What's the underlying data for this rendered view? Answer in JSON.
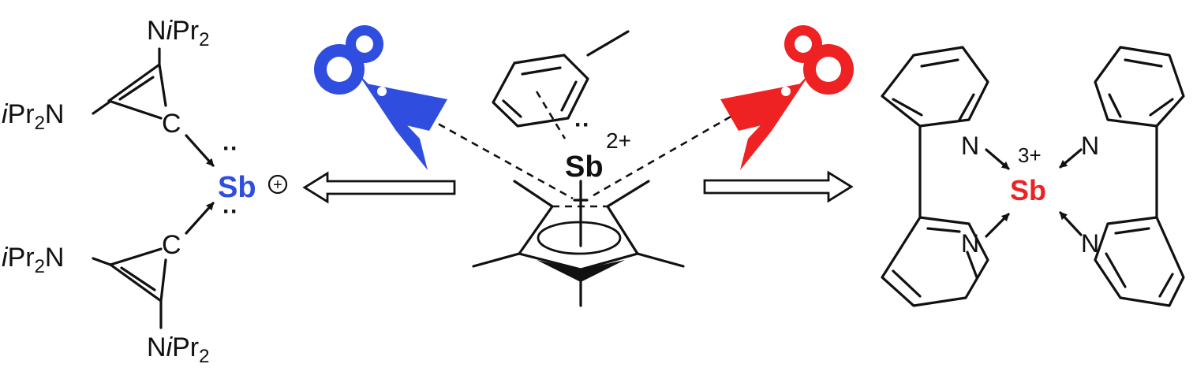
{
  "colors": {
    "ink": "#111111",
    "left_product": "#2f4ee0",
    "right_product": "#ee2222",
    "background": "#ffffff"
  },
  "left_product": {
    "amine_top": "NiPr2",
    "amine_left_top": "iPr2N",
    "carbene_carbon_top": "C",
    "center_atom": "Sb",
    "charge": "+",
    "carbene_carbon_bottom": "C",
    "amine_left_bottom": "iPr2N",
    "amine_bottom": "NiPr2"
  },
  "center_complex": {
    "center_atom": "Sb",
    "charge": "2+"
  },
  "right_product": {
    "center_atom": "Sb",
    "charge": "3+",
    "nitrogen_label": "N"
  },
  "icons": {
    "left_scissors": "scissors-icon",
    "right_scissors": "scissors-icon"
  }
}
